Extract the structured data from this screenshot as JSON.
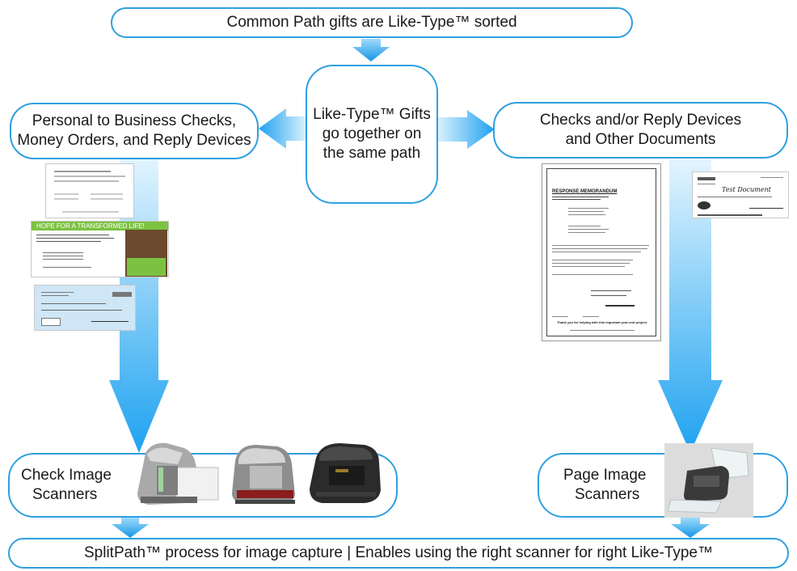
{
  "top_box": {
    "text": "Common Path gifts are Like-Type™ sorted"
  },
  "center_box": {
    "line1": "Like-Type™ Gifts",
    "line2": "go together on",
    "line3": "the same path"
  },
  "left_box": {
    "line1": "Personal to Business Checks,",
    "line2": "Money Orders, and Reply Devices"
  },
  "right_box": {
    "line1": "Checks and/or Reply Devices",
    "line2": "and Other Documents"
  },
  "check_scanner_box": {
    "line1": "Check Image",
    "line2": "Scanners"
  },
  "page_scanner_box": {
    "line1": "Page Image",
    "line2": "Scanners"
  },
  "bottom_box": {
    "text": "SplitPath™ process for image capture | Enables using the right scanner for right Like-Type™"
  },
  "sample_docs": {
    "banner_text": "HOPE FOR A TRANSFORMED LIFE!",
    "memo_title": "RESPONSE MEMORANDUM",
    "memo_thanks": "Thank you for helping with this important year-end project.",
    "check_memo": "Test Document"
  },
  "colors": {
    "arrow": "#1ea2f0",
    "arrow_light": "#dff3fd",
    "border": "#2f9fe0"
  }
}
